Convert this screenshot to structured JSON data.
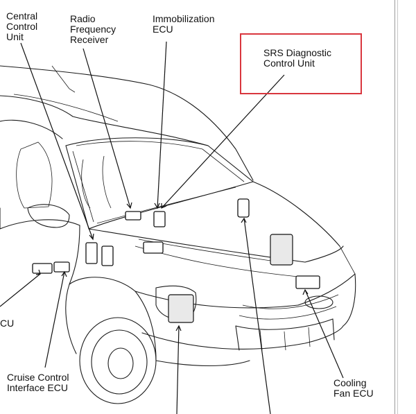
{
  "diagram": {
    "labels": {
      "central_control_unit": "Central\nControl\nUnit",
      "radio_frequency_receiver": "Radio\nFrequency\nReceiver",
      "immobilization_ecu": "Immobilization\nECU",
      "srs_diagnostic_control_unit": "SRS Diagnostic\nControl Unit",
      "partial_ecu": "CU",
      "cruise_control_interface_ecu": "Cruise Control\nInterface ECU",
      "cooling_fan_ecu": "Cooling\nFan ECU"
    },
    "highlight_color": "#d9363e"
  }
}
